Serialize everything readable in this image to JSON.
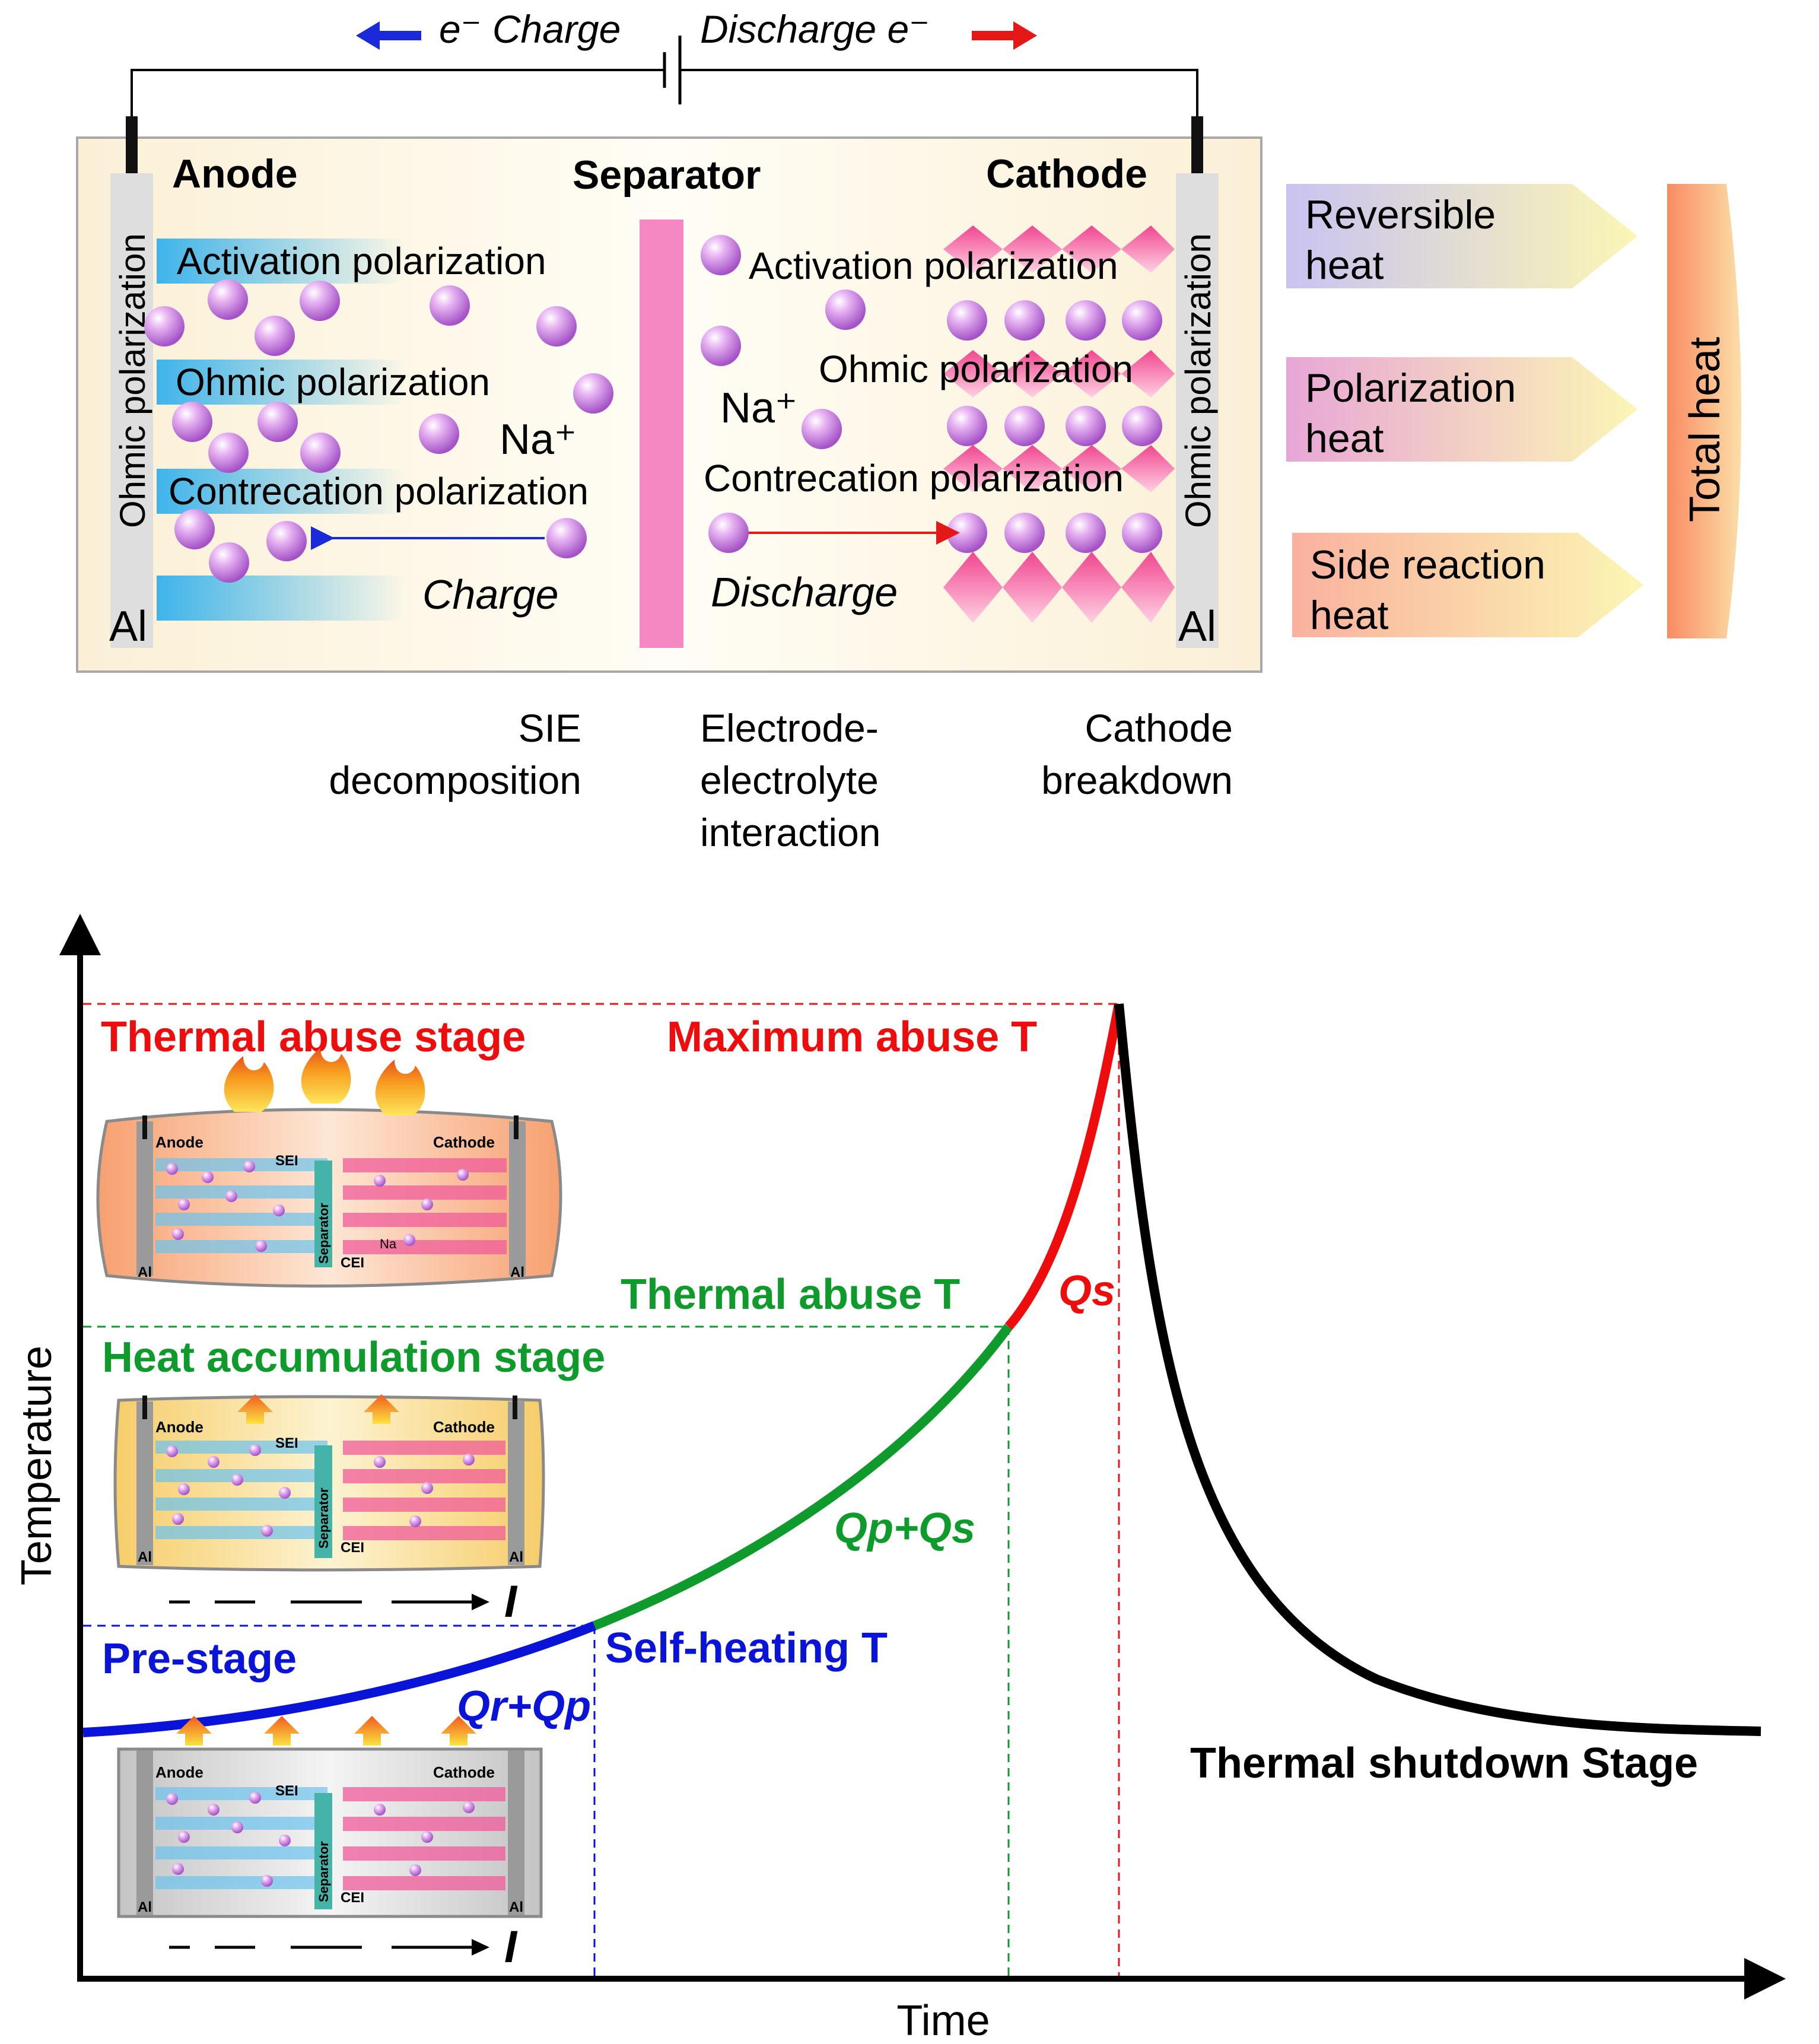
{
  "top_panel": {
    "electron_charge": "e⁻ Charge",
    "electron_discharge": "Discharge e⁻",
    "anode_title": "Anode",
    "separator_title": "Separator",
    "cathode_title": "Cathode",
    "left_collector_label": "Ohmic polarization",
    "right_collector_label": "Ohmic polarization",
    "left_al": "Al",
    "right_al": "Al",
    "anode_rows": [
      "Activation polarization",
      "Ohmic polarization",
      "Contrecation polarization"
    ],
    "cathode_rows": [
      "Activation polarization",
      "Ohmic polarization",
      "Contrecation polarization"
    ],
    "na_left": "Na⁺",
    "na_right": "Na⁺",
    "charge_label": "Charge",
    "discharge_label": "Discharge"
  },
  "heat_panel": {
    "reversible": [
      "Reversible",
      "heat"
    ],
    "polarization": [
      "Polarization",
      "heat"
    ],
    "side_reaction": [
      "Side reaction",
      "heat"
    ],
    "total": "Total heat"
  },
  "side_reactions": {
    "sie": [
      "SIE",
      "decomposition"
    ],
    "interaction": [
      "Electrode-",
      "electrolyte",
      "interaction"
    ],
    "cathode": [
      "Cathode",
      "breakdown"
    ]
  },
  "stage_chart": {
    "y_axis": "Temperature",
    "x_axis": "Time",
    "thermal_abuse_stage": "Thermal abuse stage",
    "maximum_abuse_T": "Maximum abuse T",
    "thermal_abuse_T": "Thermal abuse T",
    "heat_accumulation_stage": "Heat accumulation stage",
    "pre_stage": "Pre-stage",
    "self_heating_T": "Self-heating T",
    "thermal_shutdown_stage": "Thermal shutdown Stage",
    "q_s": "Qs",
    "q_p_q_s": "Qp+Qs",
    "q_r_q_p": "Qr+Qp",
    "current_symbol": "I",
    "colors": {
      "pre": "#0a14d8",
      "accumulation": "#0f9a2c",
      "abuse": "#ee0c0c",
      "shutdown": "#000000"
    }
  },
  "mini_cells": {
    "anode": "Anode",
    "cathode": "Cathode",
    "sei": "SEI",
    "cei": "CEI",
    "separator": "Separator",
    "al": "Al",
    "na": "Na"
  }
}
